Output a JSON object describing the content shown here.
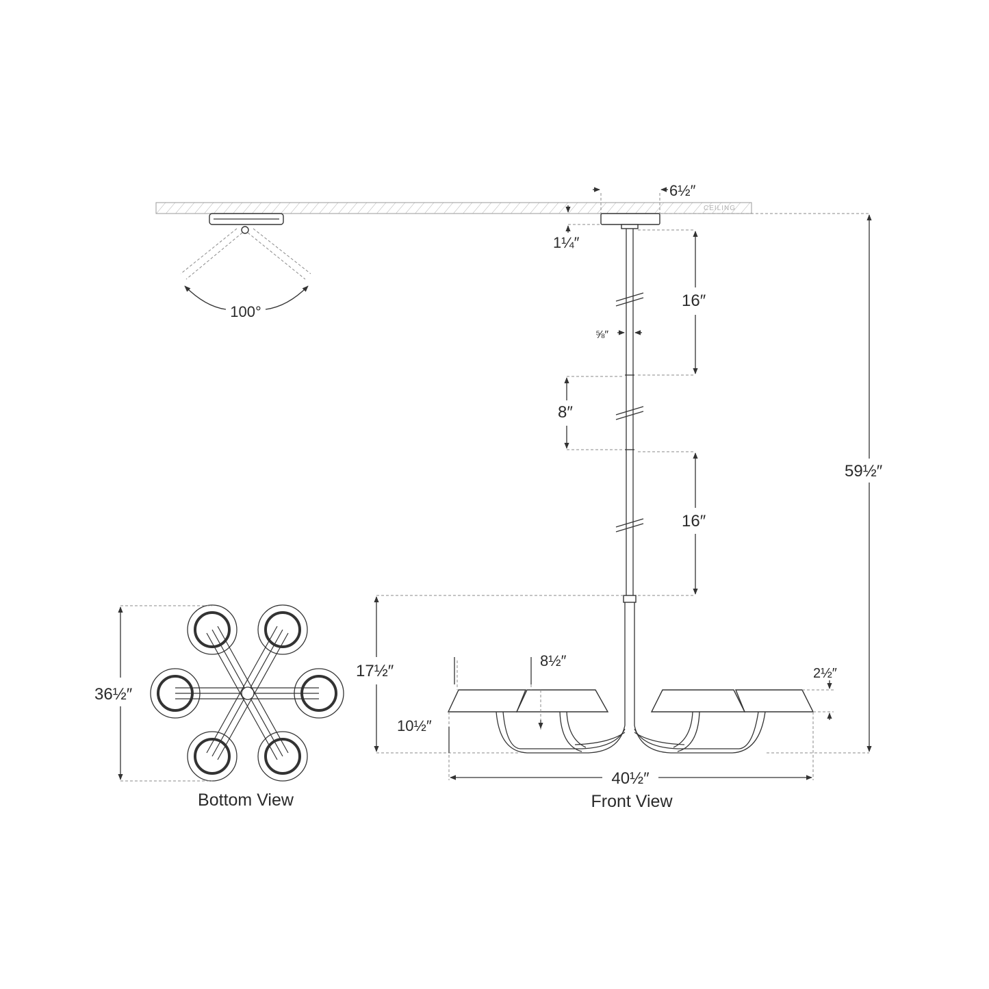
{
  "ceiling_label": "CEILING",
  "views": {
    "bottom": "Bottom View",
    "front": "Front View"
  },
  "dimensions": {
    "canopy_width": "6½″",
    "canopy_height": "1¼″",
    "rod_segment_upper": "16″",
    "rod_diameter": "⅝″",
    "rod_segment_middle": "8″",
    "rod_segment_lower": "16″",
    "overall_height": "59½″",
    "fixture_height": "17½″",
    "shade_spacing": "8½″",
    "shade_height": "2½″",
    "arm_height": "10½″",
    "overall_width": "40½″",
    "bottom_diameter": "36½″",
    "swivel_angle": "100°"
  }
}
